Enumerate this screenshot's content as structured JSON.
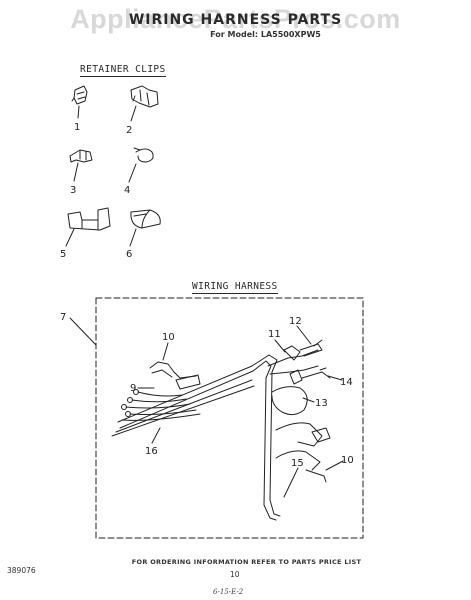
{
  "header": {
    "watermark": "AppliancePartsPros.com",
    "title": "WIRING HARNESS PARTS",
    "subtitle": "For Model: LA5500XPW5"
  },
  "sections": {
    "retainer_clips": "RETAINER CLIPS",
    "wiring_harness": "WIRING HARNESS"
  },
  "callouts": {
    "c1": "1",
    "c2": "2",
    "c3": "3",
    "c4": "4",
    "c5": "5",
    "c6": "6",
    "c7": "7",
    "c9": "9",
    "c10a": "10",
    "c10b": "10",
    "c11": "11",
    "c12": "12",
    "c13": "13",
    "c14": "14",
    "c15": "15",
    "c16": "16"
  },
  "footer": {
    "note": "FOR ORDERING INFORMATION REFER TO PARTS PRICE LIST",
    "doc_number": "389076",
    "page_number": "10",
    "revision_mark": "6-15-E-2"
  },
  "colors": {
    "ink": "#222222",
    "watermark": "#d8d8d8"
  }
}
